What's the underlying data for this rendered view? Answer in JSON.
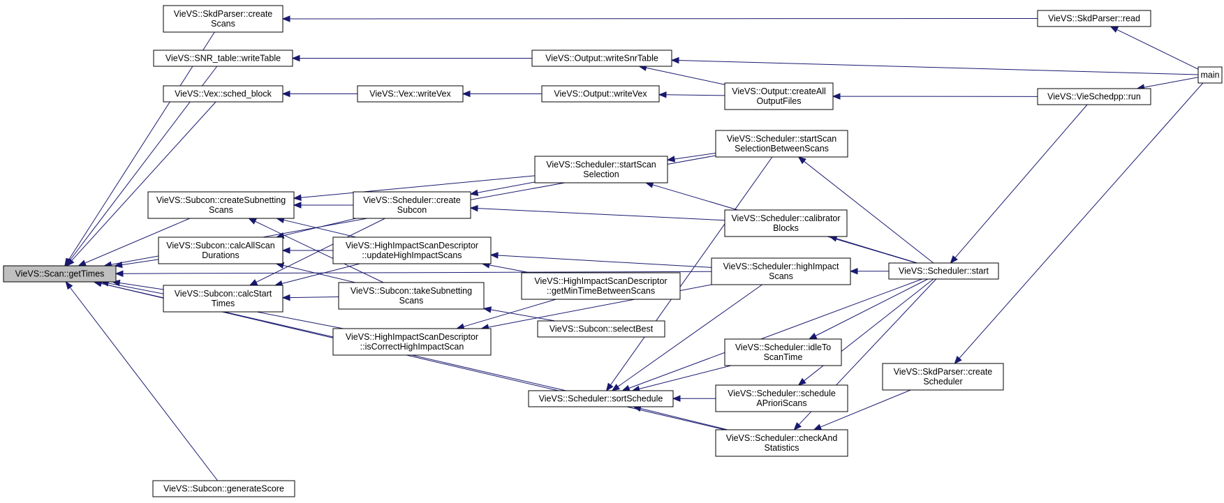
{
  "graph": {
    "root": "getTimes",
    "nodes": [
      {
        "id": "getTimes",
        "lines": [
          "VieVS::Scan::getTimes"
        ]
      },
      {
        "id": "skdCreateScans",
        "lines": [
          "VieVS::SkdParser::create",
          "Scans"
        ]
      },
      {
        "id": "snrWriteTable",
        "lines": [
          "VieVS::SNR_table::writeTable"
        ]
      },
      {
        "id": "vexSchedBlock",
        "lines": [
          "VieVS::Vex::sched_block"
        ]
      },
      {
        "id": "subconCreateSubnetting",
        "lines": [
          "VieVS::Subcon::createSubnetting",
          "Scans"
        ]
      },
      {
        "id": "subconCalcAllScan",
        "lines": [
          "VieVS::Subcon::calcAllScan",
          "Durations"
        ]
      },
      {
        "id": "subconCalcStart",
        "lines": [
          "VieVS::Subcon::calcStart",
          "Times"
        ]
      },
      {
        "id": "subconGenerateScore",
        "lines": [
          "VieVS::Subcon::generateScore"
        ]
      },
      {
        "id": "vexWriteVex",
        "lines": [
          "VieVS::Vex::writeVex"
        ]
      },
      {
        "id": "schedCreateSubcon",
        "lines": [
          "VieVS::Scheduler::create",
          "Subcon"
        ]
      },
      {
        "id": "hisUpdate",
        "lines": [
          "VieVS::HighImpactScanDescriptor",
          "::updateHighImpactScans"
        ]
      },
      {
        "id": "subconTakeSubnetting",
        "lines": [
          "VieVS::Subcon::takeSubnetting",
          "Scans"
        ]
      },
      {
        "id": "hisIsCorrect",
        "lines": [
          "VieVS::HighImpactScanDescriptor",
          "::isCorrectHighImpactScan"
        ]
      },
      {
        "id": "outWriteSnrTable",
        "lines": [
          "VieVS::Output::writeSnrTable"
        ]
      },
      {
        "id": "outWriteVex",
        "lines": [
          "VieVS::Output::writeVex"
        ]
      },
      {
        "id": "schedStartScanSel",
        "lines": [
          "VieVS::Scheduler::startScan",
          "Selection"
        ]
      },
      {
        "id": "hisGetMinTime",
        "lines": [
          "VieVS::HighImpactScanDescriptor",
          "::getMinTimeBetweenScans"
        ]
      },
      {
        "id": "subconSelectBest",
        "lines": [
          "VieVS::Subcon::selectBest"
        ]
      },
      {
        "id": "schedSortSchedule",
        "lines": [
          "VieVS::Scheduler::sortSchedule"
        ]
      },
      {
        "id": "outCreateAll",
        "lines": [
          "VieVS::Output::createAll",
          "OutputFiles"
        ]
      },
      {
        "id": "schedStartScanSelBetween",
        "lines": [
          "VieVS::Scheduler::startScan",
          "SelectionBetweenScans"
        ]
      },
      {
        "id": "schedCalibratorBlocks",
        "lines": [
          "VieVS::Scheduler::calibrator",
          "Blocks"
        ]
      },
      {
        "id": "schedHighImpact",
        "lines": [
          "VieVS::Scheduler::highImpact",
          "Scans"
        ]
      },
      {
        "id": "schedIdleTo",
        "lines": [
          "VieVS::Scheduler::idleTo",
          "ScanTime"
        ]
      },
      {
        "id": "schedScheduleAPriori",
        "lines": [
          "VieVS::Scheduler::schedule",
          "APrioriScans"
        ]
      },
      {
        "id": "schedCheckAnd",
        "lines": [
          "VieVS::Scheduler::checkAnd",
          "Statistics"
        ]
      },
      {
        "id": "skdRead",
        "lines": [
          "VieVS::SkdParser::read"
        ]
      },
      {
        "id": "vieSchedRun",
        "lines": [
          "VieVS::VieSchedpp::run"
        ]
      },
      {
        "id": "schedStart",
        "lines": [
          "VieVS::Scheduler::start"
        ]
      },
      {
        "id": "skdCreateScheduler",
        "lines": [
          "VieVS::SkdParser::create",
          "Scheduler"
        ]
      },
      {
        "id": "main",
        "lines": [
          "main"
        ]
      }
    ],
    "edges": [
      [
        "skdCreateScans",
        "getTimes"
      ],
      [
        "snrWriteTable",
        "getTimes"
      ],
      [
        "vexSchedBlock",
        "getTimes"
      ],
      [
        "subconCreateSubnetting",
        "getTimes"
      ],
      [
        "subconCalcAllScan",
        "getTimes"
      ],
      [
        "subconCalcStart",
        "getTimes"
      ],
      [
        "subconGenerateScore",
        "getTimes"
      ],
      [
        "schedStartScanSelBetween",
        "getTimes"
      ],
      [
        "hisIsCorrect",
        "getTimes"
      ],
      [
        "schedSortSchedule",
        "getTimes"
      ],
      [
        "schedHighImpact",
        "getTimes"
      ],
      [
        "schedCheckAnd",
        "getTimes"
      ],
      [
        "skdRead",
        "skdCreateScans"
      ],
      [
        "outWriteSnrTable",
        "snrWriteTable"
      ],
      [
        "vexWriteVex",
        "vexSchedBlock"
      ],
      [
        "outWriteVex",
        "vexWriteVex"
      ],
      [
        "outCreateAll",
        "outWriteVex"
      ],
      [
        "outCreateAll",
        "outWriteSnrTable"
      ],
      [
        "main",
        "outWriteSnrTable"
      ],
      [
        "vieSchedRun",
        "outCreateAll"
      ],
      [
        "main",
        "vieSchedRun"
      ],
      [
        "main",
        "skdRead"
      ],
      [
        "schedCreateSubcon",
        "subconCreateSubnetting"
      ],
      [
        "schedStartScanSel",
        "subconCreateSubnetting"
      ],
      [
        "subconTakeSubnetting",
        "subconCreateSubnetting"
      ],
      [
        "hisUpdate",
        "subconCreateSubnetting"
      ],
      [
        "hisUpdate",
        "subconCalcAllScan"
      ],
      [
        "schedCreateSubcon",
        "subconCalcAllScan"
      ],
      [
        "subconTakeSubnetting",
        "subconCalcAllScan"
      ],
      [
        "subconTakeSubnetting",
        "subconCalcStart"
      ],
      [
        "schedCreateSubcon",
        "subconCalcStart"
      ],
      [
        "hisUpdate",
        "subconCalcStart"
      ],
      [
        "schedStartScanSel",
        "schedCreateSubcon"
      ],
      [
        "schedCalibratorBlocks",
        "schedCreateSubcon"
      ],
      [
        "schedHighImpact",
        "hisUpdate"
      ],
      [
        "hisGetMinTime",
        "hisUpdate"
      ],
      [
        "subconSelectBest",
        "subconTakeSubnetting"
      ],
      [
        "schedStartScanSelBetween",
        "schedStartScanSel"
      ],
      [
        "schedStart",
        "schedStartScanSel"
      ],
      [
        "schedStart",
        "schedStartScanSelBetween"
      ],
      [
        "schedStart",
        "schedCalibratorBlocks"
      ],
      [
        "schedStart",
        "schedHighImpact"
      ],
      [
        "schedStart",
        "schedIdleTo"
      ],
      [
        "schedStart",
        "schedScheduleAPriori"
      ],
      [
        "schedStart",
        "schedCheckAnd"
      ],
      [
        "schedStart",
        "schedSortSchedule"
      ],
      [
        "vieSchedRun",
        "schedStart"
      ],
      [
        "skdCreateScheduler",
        "schedCheckAnd"
      ],
      [
        "main",
        "skdCreateScheduler"
      ],
      [
        "hisGetMinTime",
        "hisIsCorrect"
      ],
      [
        "schedHighImpact",
        "hisIsCorrect"
      ],
      [
        "schedStartScanSelBetween",
        "schedSortSchedule"
      ],
      [
        "schedHighImpact",
        "schedSortSchedule"
      ],
      [
        "schedIdleTo",
        "schedSortSchedule"
      ],
      [
        "schedScheduleAPriori",
        "schedSortSchedule"
      ],
      [
        "schedCheckAnd",
        "schedSortSchedule"
      ]
    ]
  }
}
